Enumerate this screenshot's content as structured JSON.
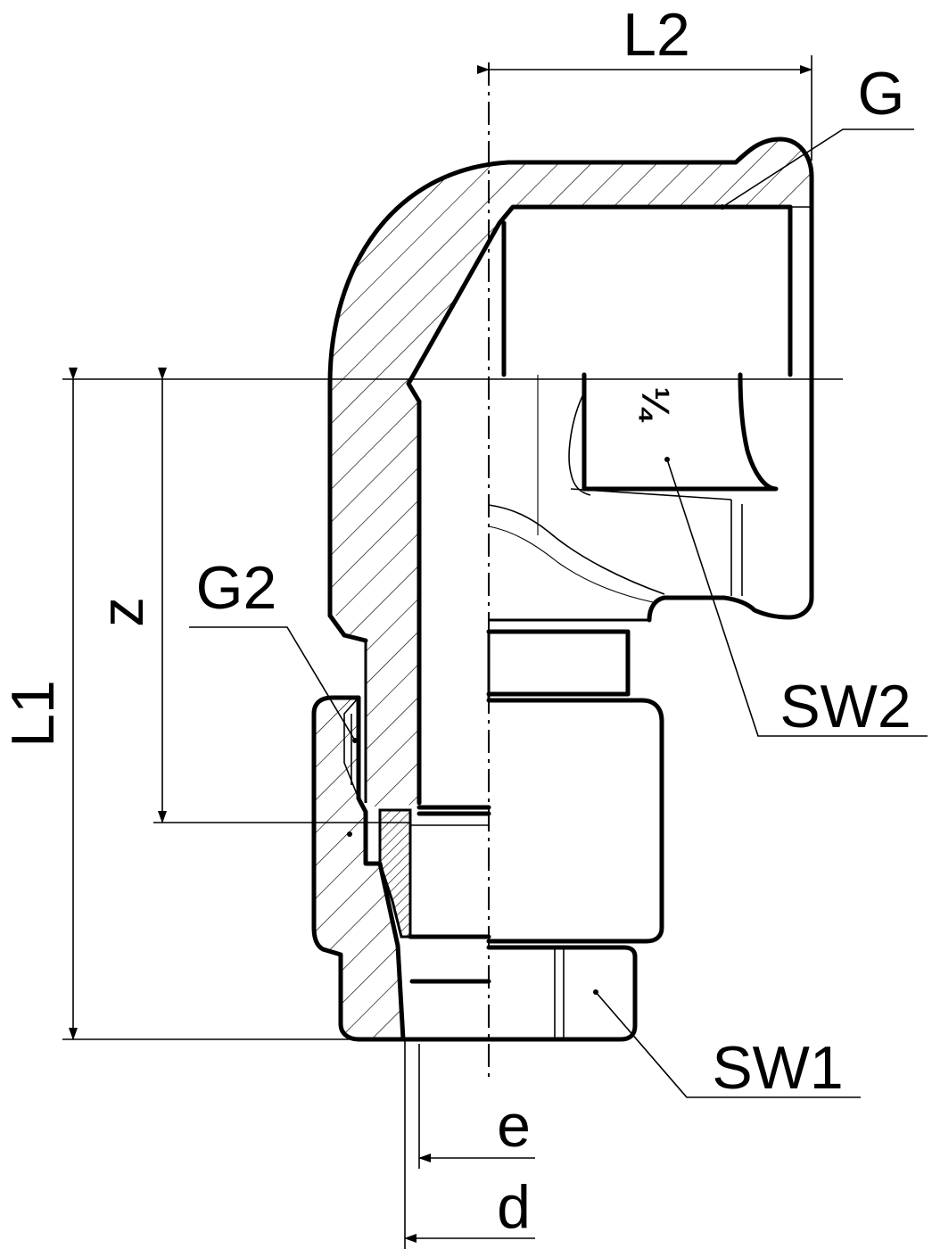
{
  "labels": {
    "l2": "L2",
    "g": "G",
    "g2": "G2",
    "z": "z",
    "l1": "L1",
    "sw2": "SW2",
    "sw1": "SW1",
    "e": "e",
    "d": "d",
    "marking": "¼"
  },
  "colors": {
    "line": "#000000",
    "background": "#ffffff"
  }
}
